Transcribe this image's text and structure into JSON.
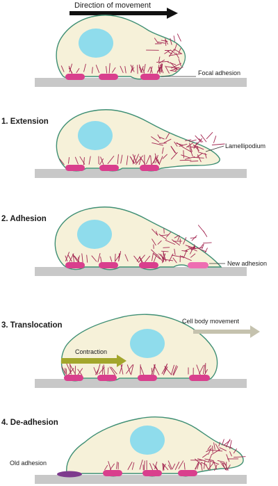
{
  "header": {
    "label": "Direction of movement"
  },
  "steps": [
    {
      "title": "",
      "labels": [
        "Focal adhesion"
      ]
    },
    {
      "title": "1. Extension",
      "labels": [
        "Lamellipodium"
      ]
    },
    {
      "title": "2. Adhesion",
      "labels": [
        "New adhesion"
      ]
    },
    {
      "title": "3. Translocation",
      "labels": [
        "Cell body movement",
        "Contraction"
      ]
    },
    {
      "title": "4. De-adhesion",
      "labels": [
        "Old adhesion"
      ]
    }
  ],
  "colors": {
    "cell_fill": "#f6f1d9",
    "cell_stroke": "#3f8f74",
    "nucleus": "#8fdcec",
    "substrate": "#c8c8c8",
    "adhesion": "#d93f8d",
    "new_adhesion": "#ee6db2",
    "old_adhesion": "#7d3a8d",
    "actin": "#a2234f",
    "arrow_black": "#111111",
    "arrow_olive": "#a3a62c",
    "arrow_grey": "#c5c2ae"
  }
}
